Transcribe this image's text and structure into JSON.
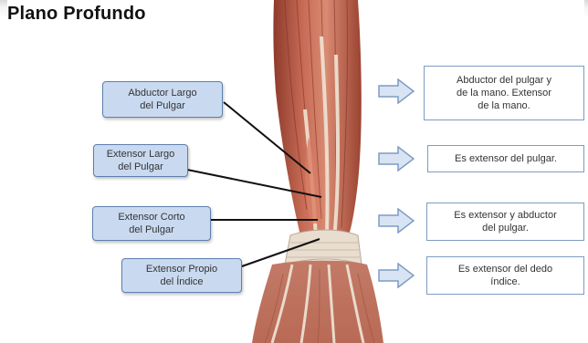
{
  "title": "Plano Profundo",
  "muscles": [
    {
      "label_line1": "Abductor Largo",
      "label_line2": "del Pulgar",
      "description": [
        "Abductor del pulgar y",
        "de la mano. Extensor",
        "de la mano."
      ]
    },
    {
      "label_line1": "Extensor Largo",
      "label_line2": "del Pulgar",
      "description": [
        "Es extensor del pulgar."
      ]
    },
    {
      "label_line1": "Extensor Corto",
      "label_line2": "del Pulgar",
      "description": [
        "Es extensor y abductor",
        "del pulgar."
      ]
    },
    {
      "label_line1": "Extensor Propio",
      "label_line2": "del Índice",
      "description": [
        "Es extensor del dedo",
        "índice."
      ]
    }
  ],
  "colors": {
    "label_fill": "#c9daf0",
    "label_border": "#5d7fae",
    "arrow_fill": "#d8e4f3",
    "arrow_stroke": "#7e9cc3",
    "muscle": "#c4624f",
    "tendon": "#e8e2d8"
  },
  "icons": {
    "arrow": "right-arrow-icon",
    "illustration": "forearm-muscles-illustration"
  }
}
